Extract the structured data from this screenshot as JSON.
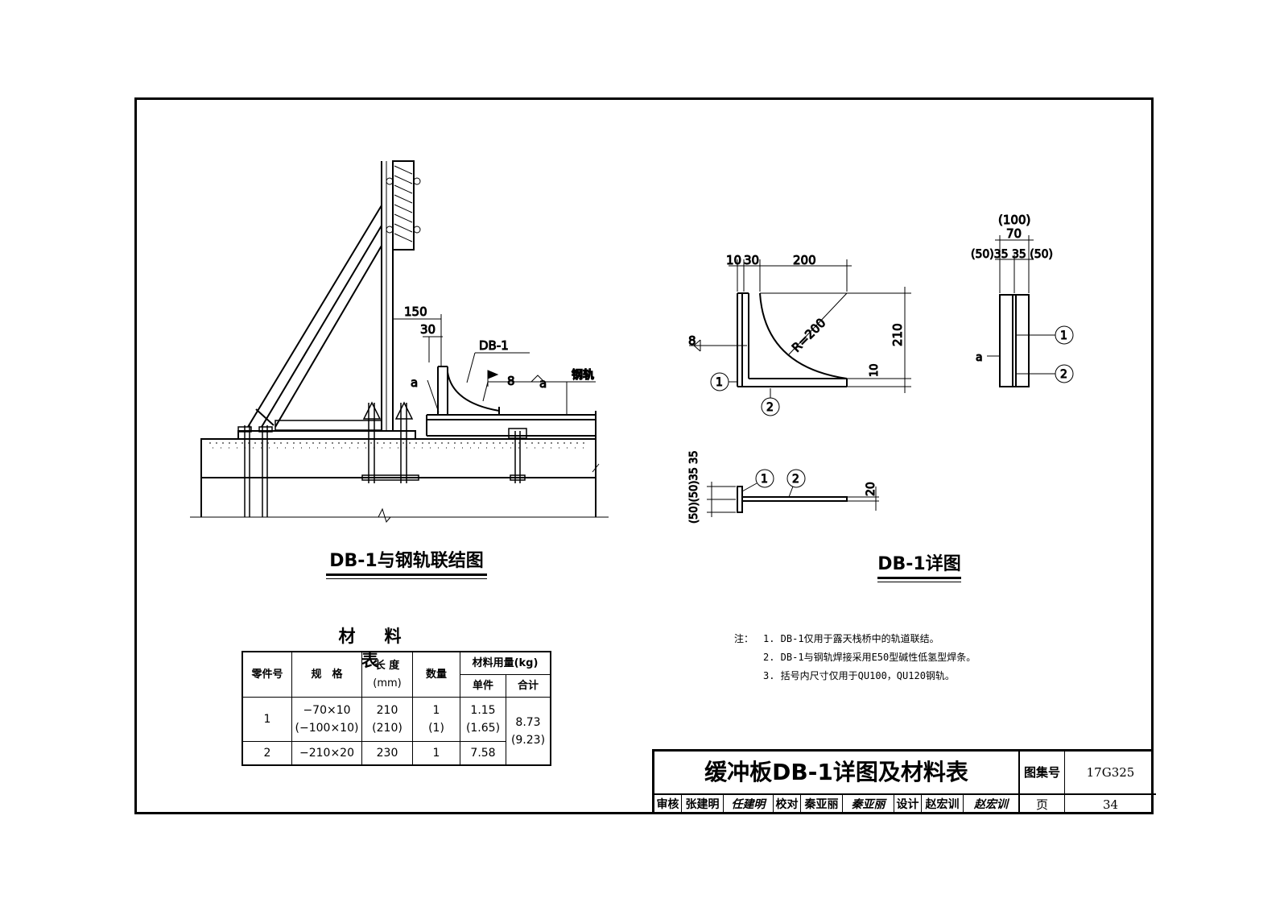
{
  "left_view": {
    "title": "DB-1与钢轨联结图",
    "labels": {
      "dim_150": "150",
      "dim_30": "30",
      "part": "DB-1",
      "weld_a": "a",
      "weld_a2": "a",
      "weld_8": "8",
      "rail": "钢轨"
    }
  },
  "right_view": {
    "title": "DB-1详图",
    "labels": {
      "dim_10": "10",
      "dim_30": "30",
      "dim_200": "200",
      "radius": "R=200",
      "dim_210": "210",
      "dim_10b": "10",
      "weld_8": "8",
      "c1": "1",
      "c2": "2",
      "side_100": "(100)",
      "side_70": "70",
      "side_row": "(50)35 35 (50)",
      "side_a": "a",
      "side_c1": "1",
      "side_c2": "2",
      "plan_c1": "1",
      "plan_c2": "2",
      "plan_20": "20",
      "plan_dims": "(50)(50)35 35"
    }
  },
  "notes": {
    "lead": "注：",
    "items": [
      "1. DB-1仅用于露天栈桥中的轨道联结。",
      "2. DB-1与钢轨焊接采用E50型碱性低氢型焊条。",
      "3. 括号内尺寸仅用于QU100，QU120钢轨。"
    ]
  },
  "material_table": {
    "title": "材料表",
    "headers": {
      "part_no": "零件号",
      "spec": "规　格",
      "length": "长 度",
      "length_unit": "(mm)",
      "qty": "数量",
      "usage": "材料用量(kg)",
      "unit": "单件",
      "total": "合计"
    },
    "rows": [
      {
        "part_no": "1",
        "spec": "−70×10",
        "spec_alt": "(−100×10)",
        "length": "210",
        "length_alt": "(210)",
        "qty": "1",
        "qty_alt": "(1)",
        "unit": "1.15",
        "unit_alt": "(1.65)"
      },
      {
        "part_no": "2",
        "spec": "−210×20",
        "length": "230",
        "qty": "1",
        "unit": "7.58"
      }
    ],
    "total": "8.73",
    "total_alt": "(9.23)"
  },
  "title_block": {
    "title": "缓冲板DB-1详图及材料表",
    "atlas_label": "图集号",
    "atlas_no": "17G325",
    "page_label": "页",
    "page_no": "34",
    "review_label": "审核",
    "reviewer": "张建明",
    "reviewer_sig": "任建明",
    "check_label": "校对",
    "checker": "秦亚丽",
    "checker_sig": "秦亚丽",
    "design_label": "设计",
    "designer": "赵宏训",
    "designer_sig": "赵宏训"
  }
}
